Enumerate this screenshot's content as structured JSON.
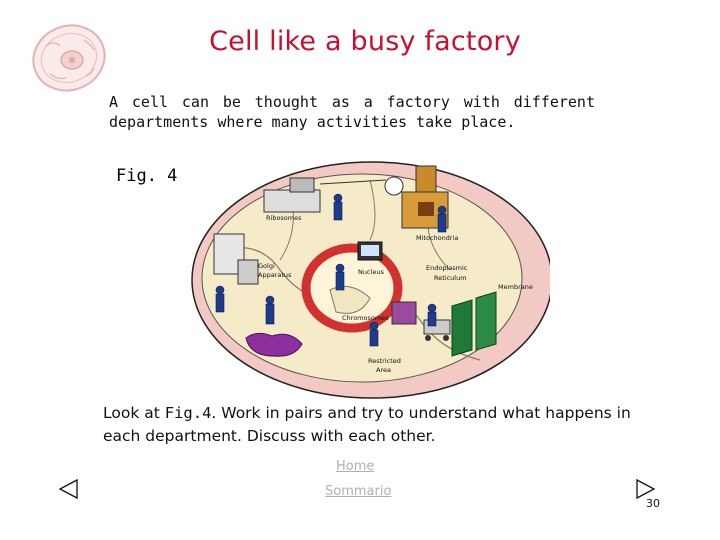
{
  "slide": {
    "title": "Cell like a busy factory",
    "intro": "A cell can be thought as a factory with different departments where many activities take place.",
    "figure_label": "Fig. 4",
    "instruction_lead": "Look at ",
    "instruction_ref": "Fig.4",
    "instruction_rest": ". Work in pairs and try to understand what happens in each department. Discuss with each other.",
    "page_number": "30"
  },
  "figure": {
    "labels": {
      "ribosomes": "Ribosomes",
      "mitochondria": "Mitochondria",
      "golgi_line1": "Golgi",
      "golgi_line2": "Apparatus",
      "nucleus": "Nucleus",
      "er_line1": "Endoplasmic",
      "er_line2": "Reticulum",
      "membrane": "Membrane",
      "chromosomes": "Chromosomes",
      "restricted_line1": "Restricted",
      "restricted_line2": "Area"
    }
  },
  "nav": {
    "home_label": "Home",
    "sommario_label": "Sommario",
    "prev_icon": "triangle-left-icon",
    "next_icon": "triangle-right-icon"
  },
  "colors": {
    "title": "#c8102e",
    "cell_fill": "#f6ebc9",
    "membrane": "#f3c9c3",
    "nucleus_ring": "#d2322e",
    "link": "#b0b0b0"
  }
}
